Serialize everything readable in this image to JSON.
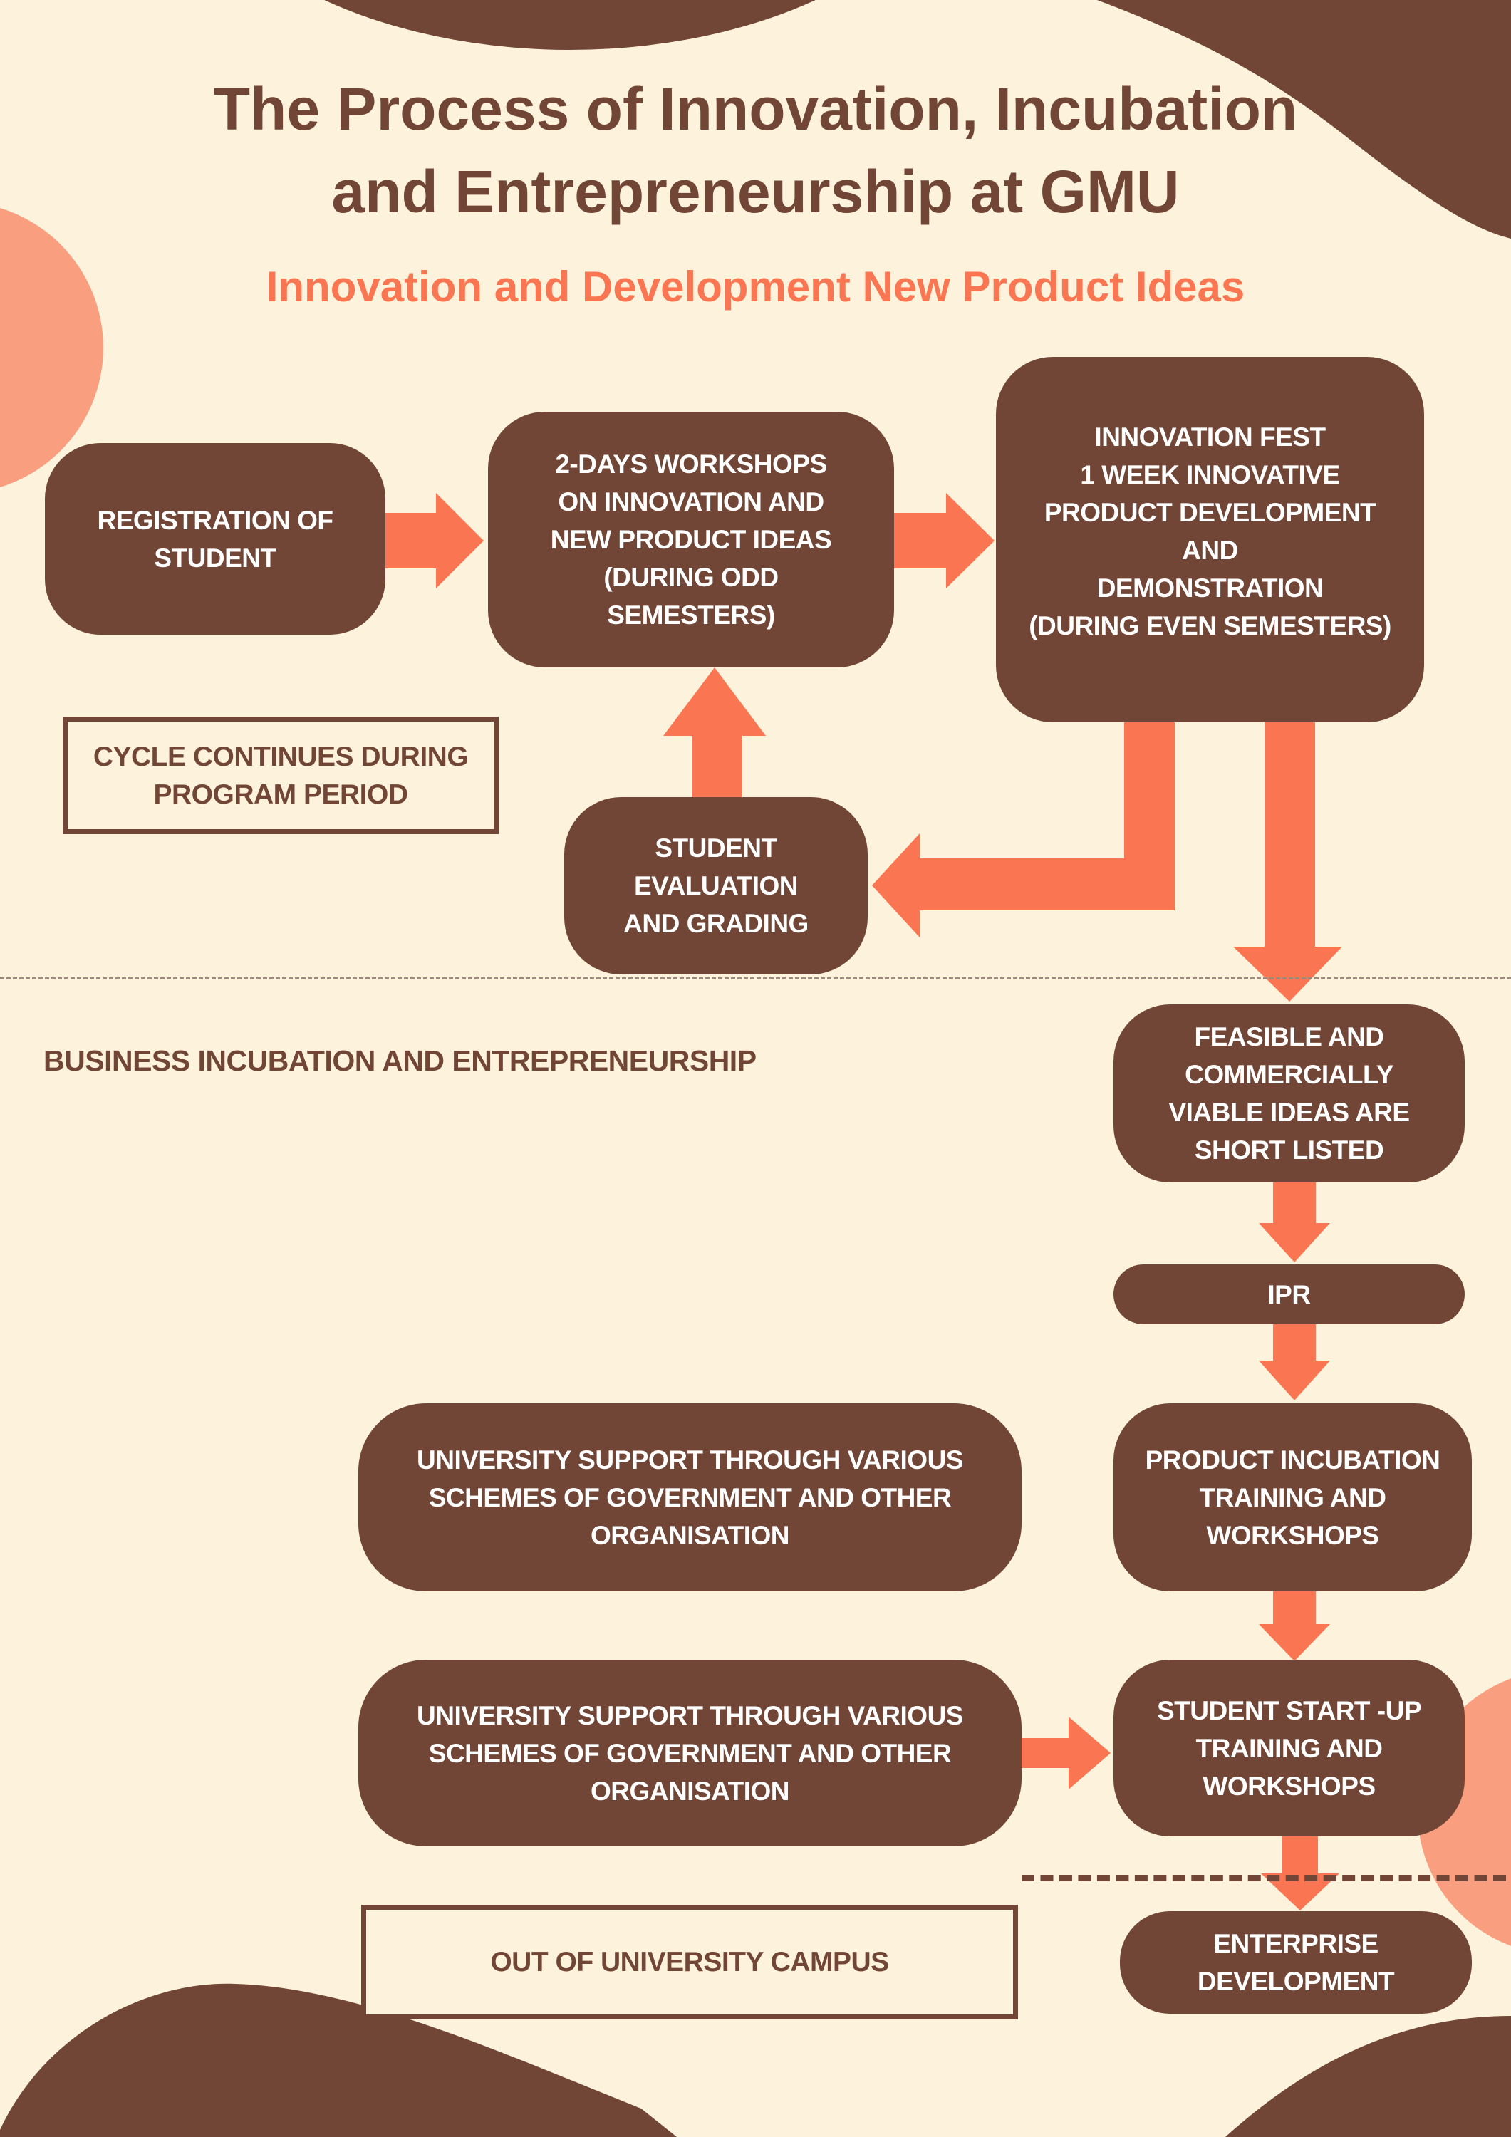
{
  "title": {
    "line1": "The Process of Innovation, Incubation",
    "line2": "and Entrepreneurship at GMU"
  },
  "subtitle": "Innovation and Development New Product Ideas",
  "colors": {
    "background": "#fdf3dc",
    "brown": "#714636",
    "orange": "#fa7551",
    "salmon": "#fa9e80"
  },
  "innovation": {
    "registration": "REGISTRATION OF\nSTUDENT",
    "workshops": "2-DAYS WORKSHOPS\nON INNOVATION AND\nNEW PRODUCT IDEAS\n(DURING ODD\nSEMESTERS)",
    "fest": "INNOVATION FEST\n1 WEEK INNOVATIVE\nPRODUCT DEVELOPMENT\nAND\nDEMONSTRATION\n(DURING EVEN SEMESTERS)",
    "evaluation": "STUDENT\nEVALUATION\nAND GRADING",
    "cycle_note": "CYCLE CONTINUES DURING\nPROGRAM PERIOD"
  },
  "incubation": {
    "section_label": "BUSINESS INCUBATION AND ENTREPRENEURSHIP",
    "shortlisted": "FEASIBLE AND\nCOMMERCIALLY\nVIABLE IDEAS ARE\nSHORT LISTED",
    "ipr": "IPR",
    "product_incubation": "PRODUCT INCUBATION\nTRAINING AND\nWORKSHOPS",
    "support_1": "UNIVERSITY SUPPORT THROUGH VARIOUS\nSCHEMES OF GOVERNMENT AND OTHER\nORGANISATION",
    "support_2": "UNIVERSITY SUPPORT THROUGH VARIOUS\nSCHEMES OF GOVERNMENT AND OTHER\nORGANISATION",
    "startup": "STUDENT START -UP\nTRAINING AND\nWORKSHOPS",
    "out_of_campus": "OUT OF UNIVERSITY CAMPUS",
    "enterprise": "ENTERPRISE\nDEVELOPMENT"
  }
}
